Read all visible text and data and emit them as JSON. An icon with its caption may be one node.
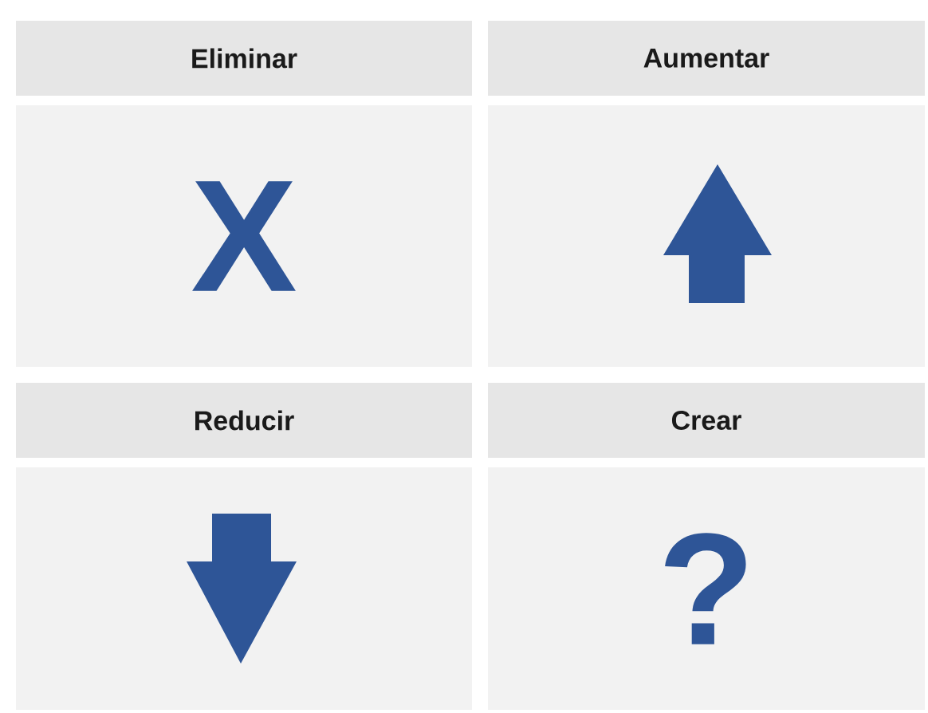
{
  "diagram": {
    "nodes": [
      {
        "text": [
          "Eliminar"
        ]
      },
      {
        "text": [
          "Aumentar"
        ]
      },
      {
        "text": [
          "X"
        ]
      },
      {
        "text": [],
        "shape": "box"
      },
      {
        "text": [
          "Reducir"
        ]
      },
      {
        "text": [
          "Crear"
        ]
      },
      {
        "text": [],
        "shape": "box"
      },
      {
        "text": [
          "?"
        ]
      }
    ]
  }
}
